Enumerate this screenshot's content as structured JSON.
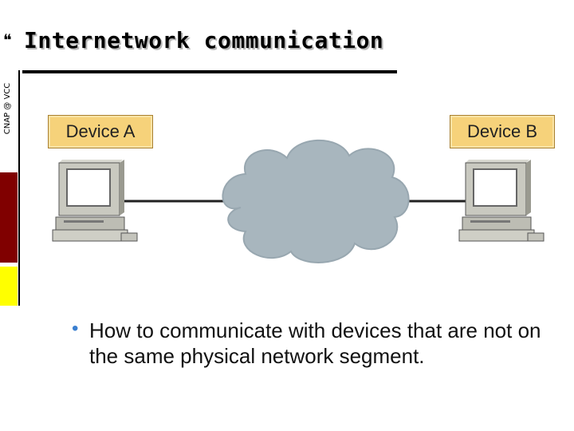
{
  "slide": {
    "title_bullet": "❝",
    "title": "Internetwork communication",
    "side_label": "CNAP @ VCC",
    "bullet_glyph": "•",
    "bullet_text": "How to communicate with devices that are not on the same physical network segment."
  },
  "diagram": {
    "device_a_label": "Device A",
    "device_b_label": "Device B",
    "device_a_icon": "computer-icon",
    "device_b_icon": "computer-icon",
    "network_icon": "cloud-icon",
    "label_color": "#f6d27a",
    "cloud_color": "#a8b6be"
  },
  "colors": {
    "side_red": "#800000",
    "side_yellow": "#ffff00",
    "bullet_blue": "#3a7fd0"
  }
}
